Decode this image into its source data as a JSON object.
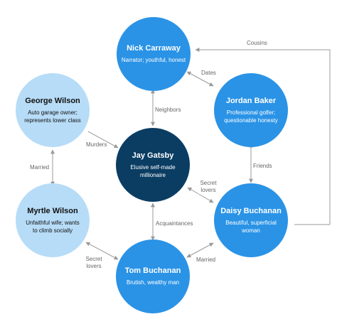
{
  "colors": {
    "blue": "#2a93e6",
    "light_blue": "#b7dcf7",
    "navy": "#0b3d63",
    "edge": "#9a9a9a",
    "label": "#666666"
  },
  "nodes": {
    "nick": {
      "name": "Nick Carraway",
      "desc": "Narrator; youthful, honest"
    },
    "jordan": {
      "name": "Jordan Baker",
      "desc": "Professional golfer; questionable honesty"
    },
    "daisy": {
      "name": "Daisy Buchanan",
      "desc": "Beautiful, superficial woman"
    },
    "tom": {
      "name": "Tom Buchanan",
      "desc": "Brutish, wealthy man"
    },
    "myrtle": {
      "name": "Myrtle Wilson",
      "desc": "Unfaithful wife; wants to climb socially"
    },
    "george": {
      "name": "George Wilson",
      "desc": "Auto garage owner; represents lower class"
    },
    "jay": {
      "name": "Jay Gatsby",
      "desc": "Elusive self-made millionaire"
    }
  },
  "edges": {
    "cousins": "Cousins",
    "dates": "Dates",
    "neighbors": "Neighbors",
    "friends": "Friends",
    "secret_lovers_daisy": "Secret lovers",
    "acquaintances": "Acquaintances",
    "married_tom_daisy": "Married",
    "secret_lovers_tom": "Secret lovers",
    "married_george_myrtle": "Married",
    "murders": "Murders"
  }
}
